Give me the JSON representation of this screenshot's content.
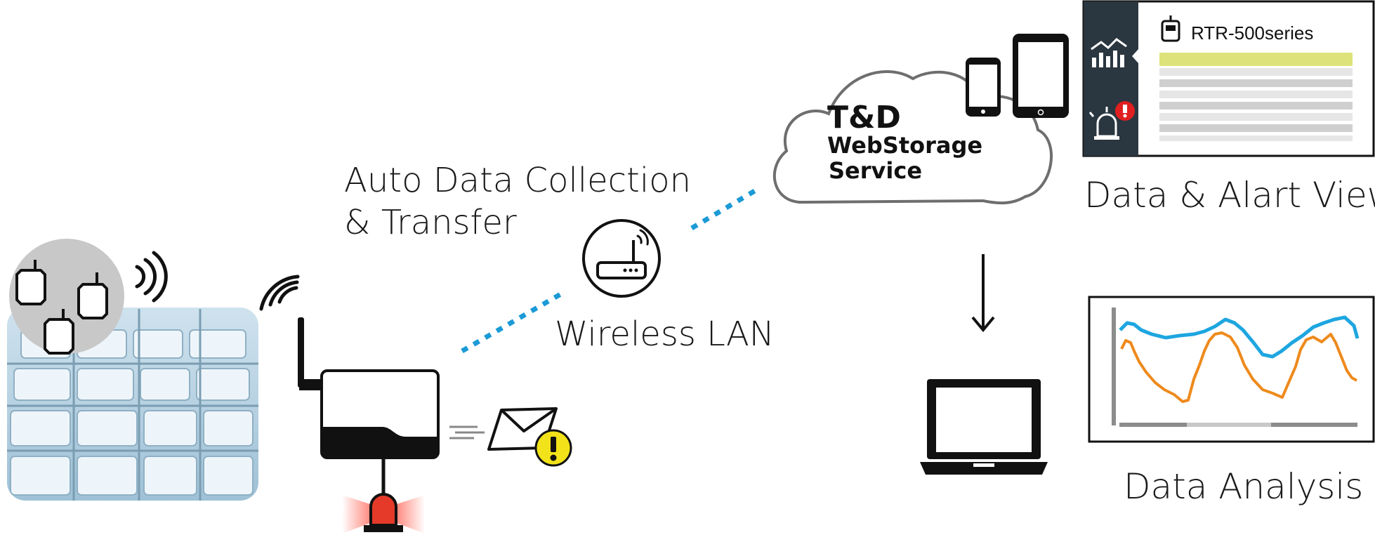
{
  "labels": {
    "auto_collection_line1": "Auto Data Collection",
    "auto_collection_line2": "& Transfer",
    "wireless_lan": "Wireless LAN",
    "data_alert_view": "Data & Alart View",
    "data_analysis": "Data Analysis"
  },
  "cloud": {
    "line1": "T&D",
    "line2": "WebStorage",
    "line3": "Service"
  },
  "panel": {
    "product": "RTR-500series"
  },
  "colors": {
    "dotted_link": "#1b9ad6",
    "chart_series_blue": "#1ea6e0",
    "chart_series_orange": "#ee8a1c",
    "panel_sidebar": "#2a3640",
    "panel_highlight_row": "#dde37a",
    "alert_red": "#e02020",
    "warning_yellow": "#f2e21a",
    "photo_tint": "#b7d3e3"
  },
  "icons": [
    "router-icon",
    "wifi-signal-icon",
    "mail-icon",
    "warning-icon",
    "beacon-light-icon",
    "smartphone-icon",
    "tablet-icon",
    "laptop-icon",
    "chart-icon",
    "alarm-icon",
    "logger-icon",
    "down-arrow-icon"
  ]
}
